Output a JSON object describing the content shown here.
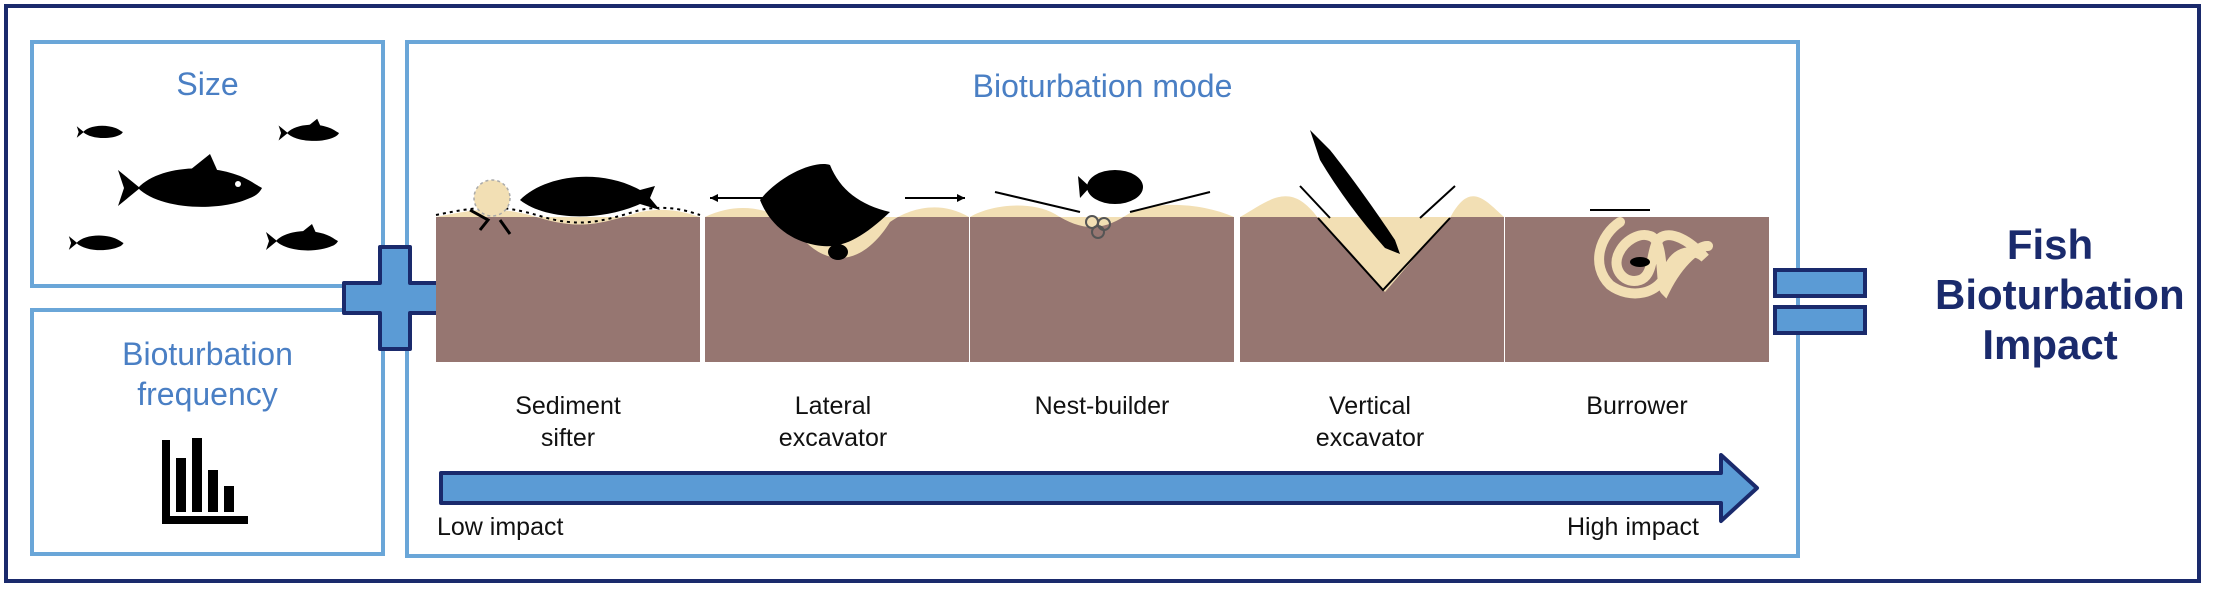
{
  "size_panel": {
    "title": "Size"
  },
  "frequency_panel": {
    "title_line1": "Bioturbation",
    "title_line2": "frequency"
  },
  "mode_panel": {
    "title": "Bioturbation mode",
    "stages": [
      {
        "line1": "Sediment",
        "line2": "sifter"
      },
      {
        "line1": "Lateral",
        "line2": "excavator"
      },
      {
        "line1": "Nest-builder",
        "line2": ""
      },
      {
        "line1": "Vertical",
        "line2": "excavator"
      },
      {
        "line1": "Burrower",
        "line2": ""
      }
    ],
    "low_label": "Low impact",
    "high_label": "High impact"
  },
  "result": {
    "line1": "Fish",
    "line2": "Bioturbation",
    "line3": "Impact"
  },
  "colors": {
    "frame": "#1a2a6c",
    "panel_border": "#6aa6d8",
    "title_text": "#4a7fc4",
    "operator_fill": "#5b9bd5",
    "sediment": "#967671",
    "sand": "#f2dfb4"
  },
  "icons": {
    "size": "fish-school-icon",
    "frequency": "bar-chart-icon",
    "plus": "plus-operator-icon",
    "equals": "equals-operator-icon"
  }
}
